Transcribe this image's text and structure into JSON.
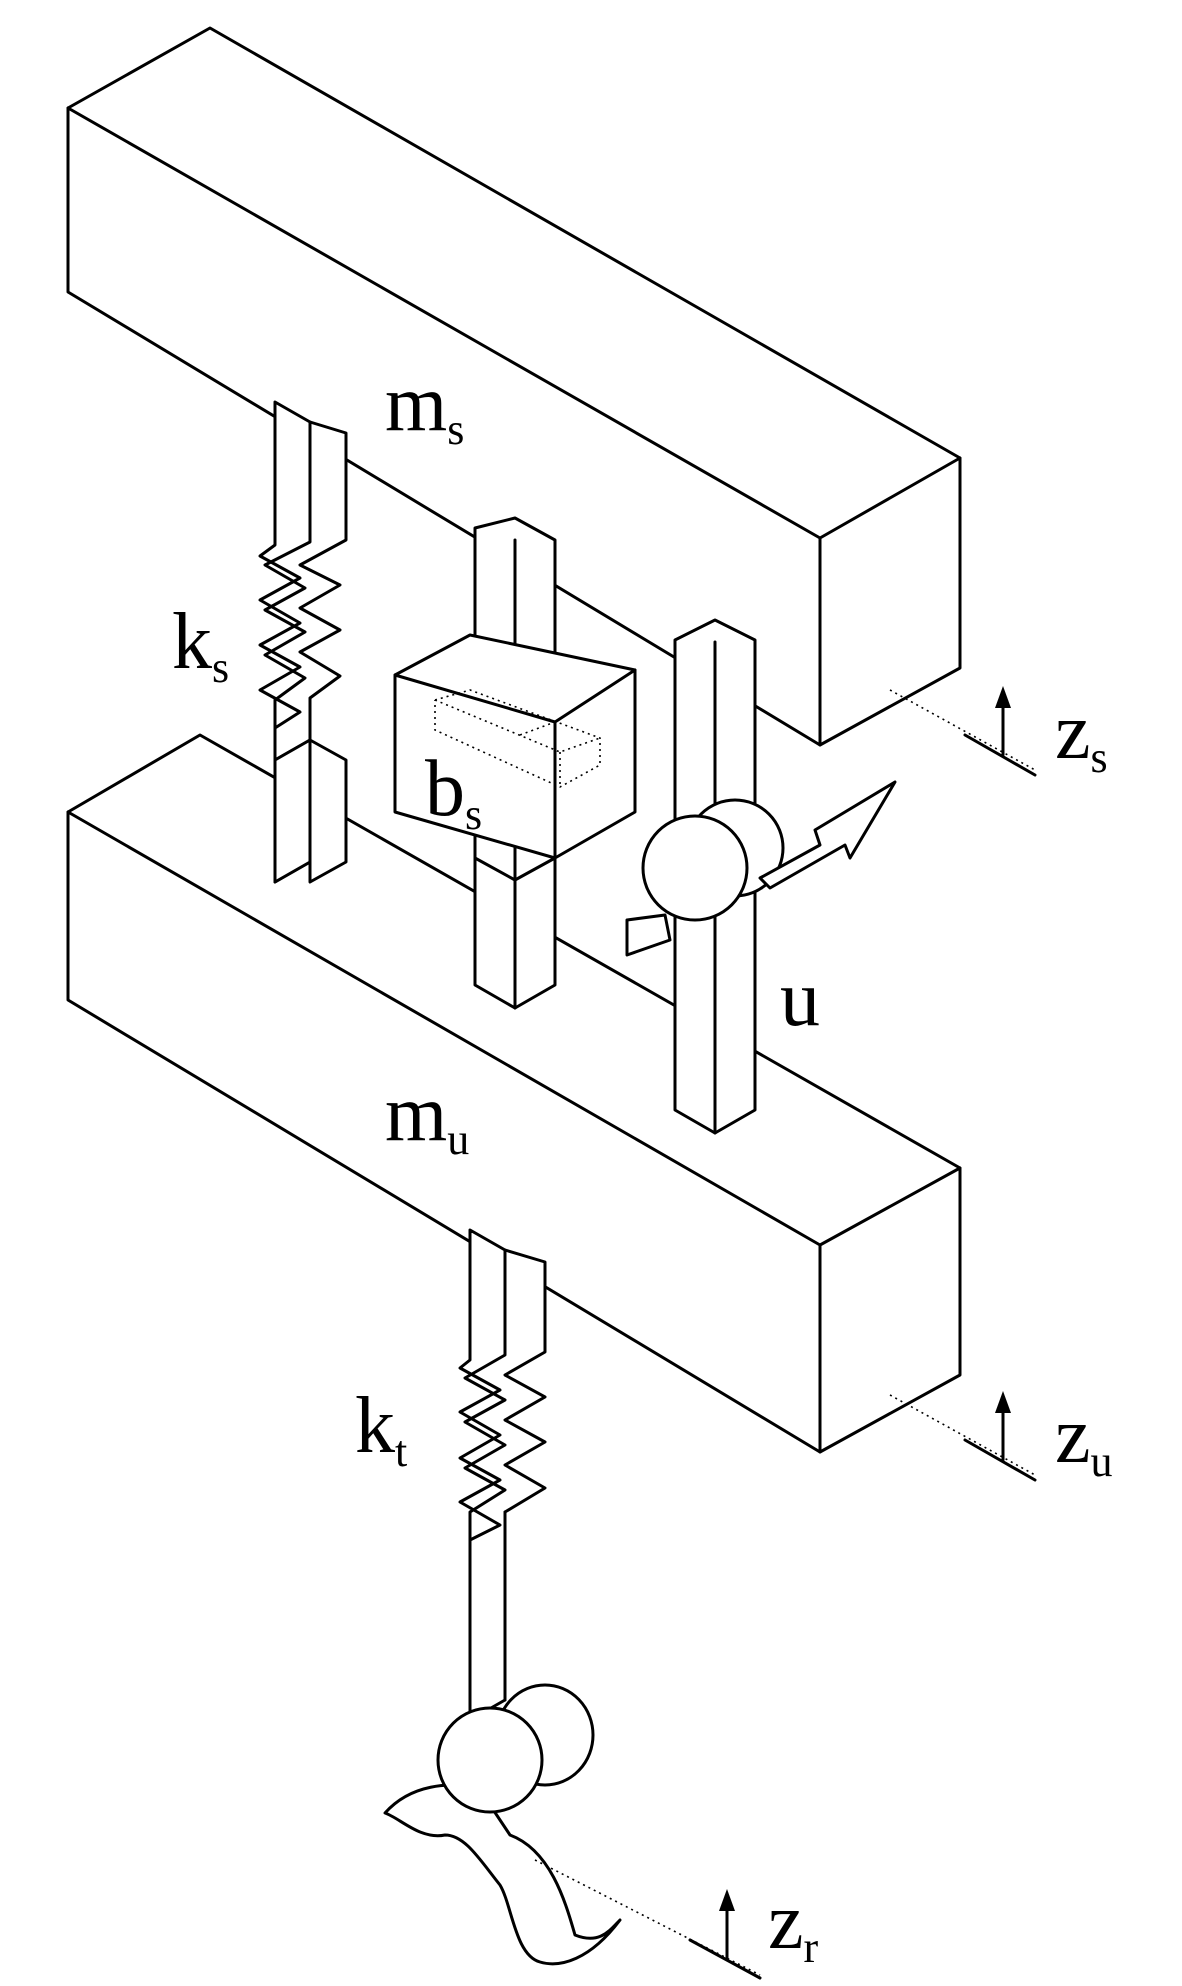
{
  "labels": {
    "sprung_mass": {
      "main": "m",
      "sub": "s"
    },
    "unsprung_mass": {
      "main": "m",
      "sub": "u"
    },
    "suspension_spring": {
      "main": "k",
      "sub": "s"
    },
    "suspension_damper": {
      "main": "b",
      "sub": "s"
    },
    "control_input": {
      "main": "u"
    },
    "tire_spring": {
      "main": "k",
      "sub": "t"
    },
    "sprung_displacement": {
      "main": "z",
      "sub": "s"
    },
    "unsprung_displacement": {
      "main": "z",
      "sub": "u"
    },
    "road_displacement": {
      "main": "z",
      "sub": "r"
    }
  },
  "colors": {
    "stroke": "#000000",
    "fill": "#ffffff"
  }
}
